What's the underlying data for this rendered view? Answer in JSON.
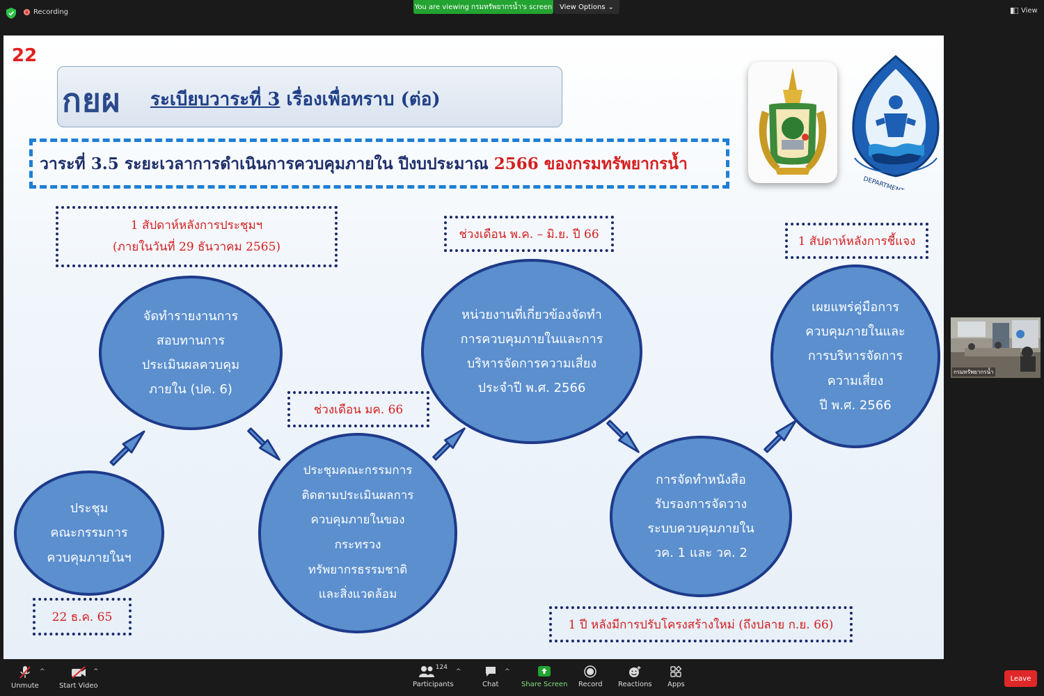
{
  "zoom": {
    "recording_label": "Recording",
    "viewing_banner": "You are viewing กรมทรัพยากรน้ำ's screen",
    "view_options": "View Options",
    "view_label": "View",
    "self_video_label": "กรมทรัพยากรน้ำ",
    "toolbar": {
      "unmute": "Unmute",
      "start_video": "Start Video",
      "participants_count": "124",
      "participants": "Participants",
      "chat": "Chat",
      "share_screen": "Share Screen",
      "record": "Record",
      "reactions": "Reactions",
      "apps": "Apps",
      "leave": "Leave"
    }
  },
  "slide": {
    "number": "22",
    "org_logo_text": "กยผ",
    "title_part1": "ระเบียบวาระที่ 3",
    "title_part2": " เรื่องเพื่อทราบ (ต่อ)",
    "agenda_part1": "วาระที่ 3.5 ระยะเวลาการดำเนินการควบคุมภายใน ปีงบประมาณ ",
    "agenda_part2": "2566 ของกรมทรัพยากรน้ำ",
    "emblem_text": "DEPARTMENT OF WATER RESOURCES",
    "notes": {
      "n1_line1": "1 สัปดาห์หลังการประชุมฯ",
      "n1_line2": "(ภายในวันที่ 29 ธันวาคม 2565)",
      "n2": "ช่วงเดือน มค. 66",
      "n3": "ช่วงเดือน พ.ค. – มิ.ย. ปี 66",
      "n4": "1 สัปดาห์หลังการชี้แจง",
      "n5": "22 ธ.ค. 65",
      "n6": "1 ปี หลังมีการปรับโครงสร้างใหม่ (ถึงปลาย ก.ย. 66)"
    },
    "circles": {
      "c1": [
        "ประชุม",
        "คณะกรรมการ",
        "ควบคุมภายในฯ"
      ],
      "c2": [
        "จัดทำรายงานการ",
        "สอบทานการ",
        "ประเมินผลควบคุม",
        "ภายใน (ปค. 6)"
      ],
      "c3": [
        "ประชุมคณะกรรมการ",
        "ติดตามประเมินผลการ",
        "ควบคุมภายในของ",
        "กระทรวง",
        "ทรัพยากรธรรมชาติ",
        "และสิ่งแวดล้อม"
      ],
      "c4": [
        "หน่วยงานที่เกี่ยวข้องจัดทำ",
        "การควบคุมภายในและการ",
        "บริหารจัดการความเสี่ยง",
        "ประจำปี พ.ศ. 2566"
      ],
      "c5": [
        "การจัดทำหนังสือ",
        "รับรองการจัดวาง",
        "ระบบควบคุมภายใน",
        "วค. 1 และ วค. 2"
      ],
      "c6": [
        "เผยแพร่คู่มือการ",
        "ควบคุมภายในและ",
        "การบริหารจัดการ",
        "ความเสี่ยง",
        "ปี พ.ศ. 2566"
      ]
    }
  },
  "colors": {
    "circle_fill": "#5b8fce",
    "circle_border": "#1d3a8a",
    "note_text": "#d42020",
    "agenda_border": "#1f7fd6",
    "share_green": "#7fe07a",
    "leave_red": "#e02828"
  }
}
